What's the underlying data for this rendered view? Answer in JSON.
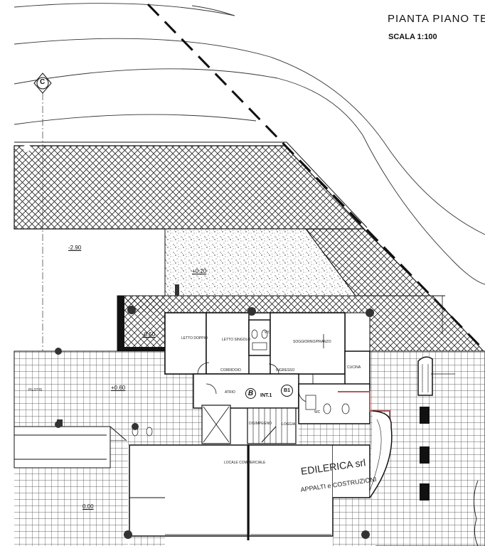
{
  "drawing": {
    "title": "PIANTA PIANO TER",
    "scale": "SCALA 1:100"
  },
  "axis_marker": "C",
  "rooms": {
    "letto_doppio": "LETTO DOPPIO",
    "letto_singolo": "LETTO SINGOLO",
    "wc": "WC",
    "soggiorno": "SOGGIORNO/PRANZO",
    "corridoio": "CORRIDOIO",
    "ingresso": "INGRESSO",
    "cucina": "CUCINA",
    "atrio": "ATRIO",
    "disimpegno": "DISIMPEGNO",
    "wc2": "WC",
    "pilotis": "PILOTIS",
    "locale": "LOCALE COMMERCIALE",
    "loggia": "LOGGIA"
  },
  "unit": {
    "block": "B",
    "int": "INT.1",
    "code": "B1"
  },
  "elevations": {
    "e1": "-2.90",
    "e2": "+0.20",
    "e3": "-0.50",
    "e4": "+0.60",
    "e5": "0.00"
  },
  "watermark": {
    "line1": "EDILERICA srl",
    "line2": "APPALTI e COSTRUZIONI"
  }
}
